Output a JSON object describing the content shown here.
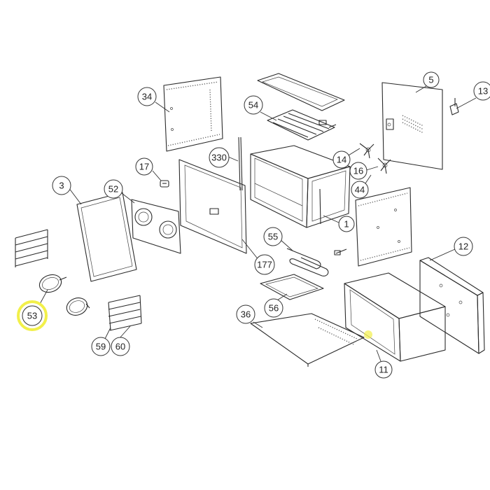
{
  "callouts": [
    {
      "id": "5",
      "label": "5"
    },
    {
      "id": "13",
      "label": "13"
    },
    {
      "id": "34",
      "label": "34"
    },
    {
      "id": "54",
      "label": "54"
    },
    {
      "id": "330",
      "label": "330"
    },
    {
      "id": "17",
      "label": "17"
    },
    {
      "id": "14",
      "label": "14"
    },
    {
      "id": "16",
      "label": "16"
    },
    {
      "id": "44",
      "label": "44"
    },
    {
      "id": "3",
      "label": "3"
    },
    {
      "id": "52",
      "label": "52"
    },
    {
      "id": "1",
      "label": "1"
    },
    {
      "id": "55",
      "label": "55"
    },
    {
      "id": "12",
      "label": "12"
    },
    {
      "id": "177",
      "label": "177"
    },
    {
      "id": "56",
      "label": "56"
    },
    {
      "id": "36",
      "label": "36"
    },
    {
      "id": "53",
      "label": "53"
    },
    {
      "id": "59",
      "label": "59"
    },
    {
      "id": "60",
      "label": "60"
    },
    {
      "id": "11",
      "label": "11"
    }
  ],
  "highlight": {
    "color": "#f2f04a",
    "target": "53"
  },
  "colors": {
    "line": "#2a2a2a",
    "background": "#ffffff"
  }
}
